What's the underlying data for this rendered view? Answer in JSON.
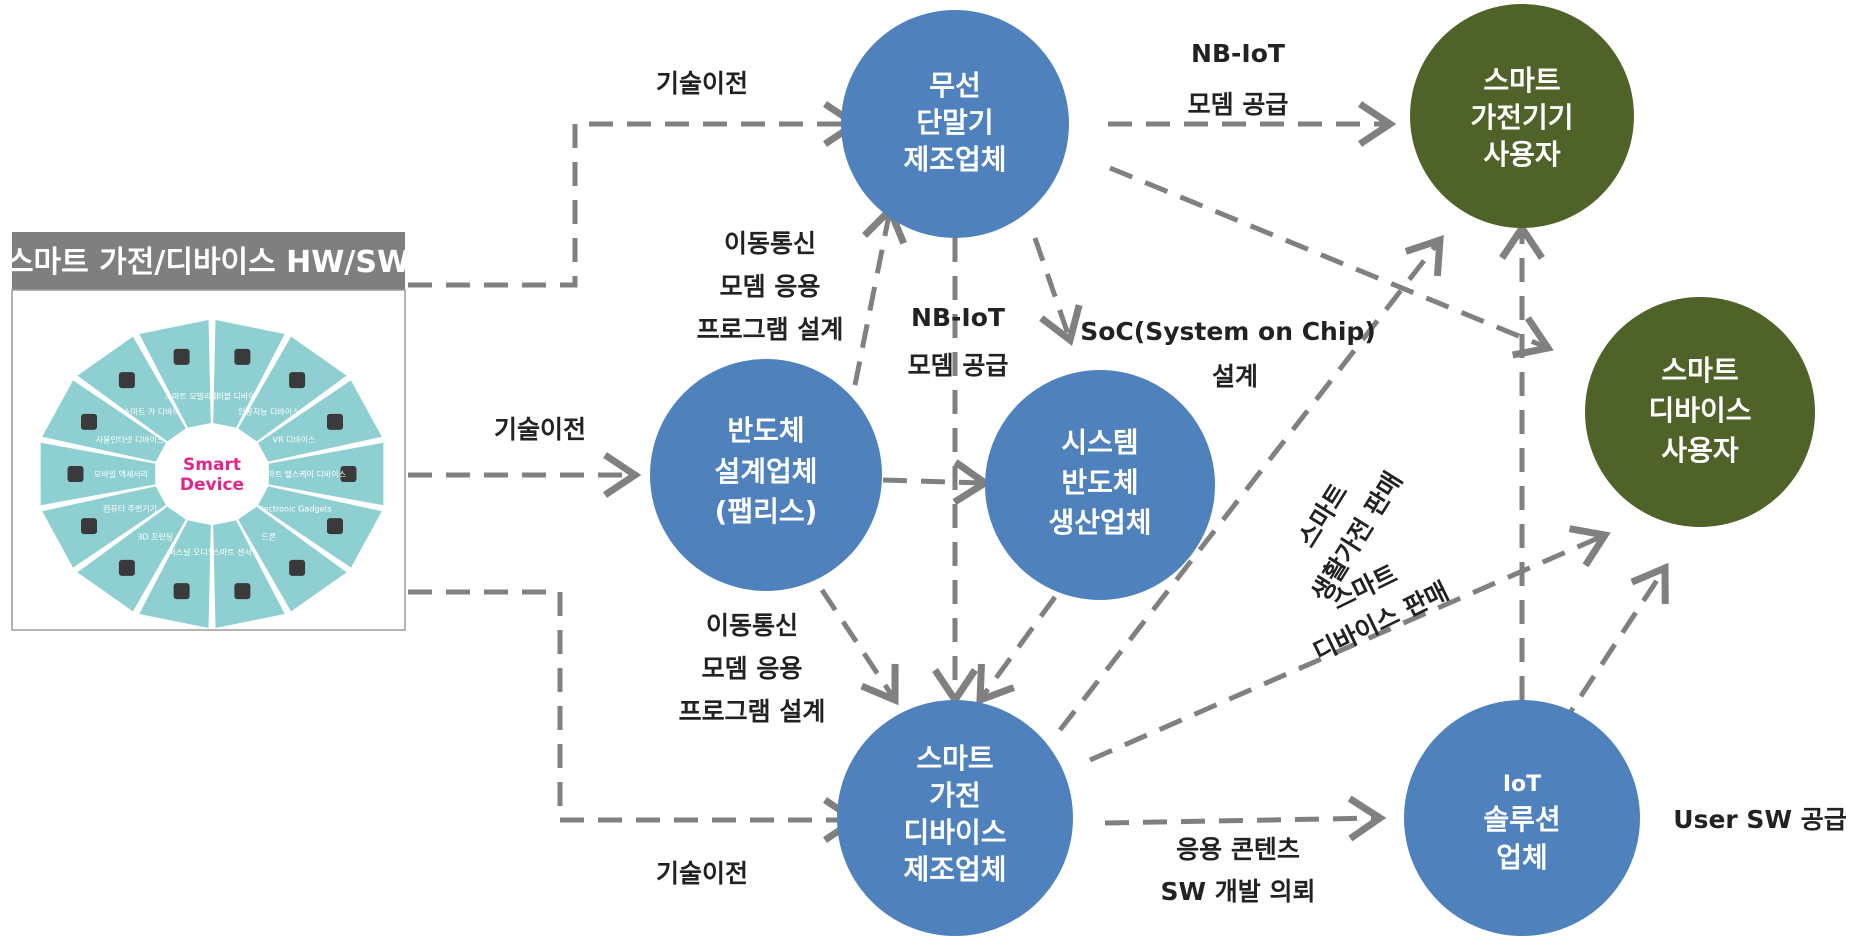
{
  "source_box": {
    "title": "스마트 가전/디바이스 HW/SW",
    "center_line1": "Smart",
    "center_line2": "Device",
    "segments": [
      "웨어러블 디바이스",
      "인공지능 디바이스",
      "VR 디바이스",
      "스마트 헬스케어 디바이스",
      "Electronic Gadgets",
      "드론",
      "스마트 센서",
      "퍼스널 오디오",
      "3D 프린팅",
      "컴퓨터 주변기기",
      "모바일 액세서리",
      "사물인터넷 디바이스",
      "스마트 카 디바이스",
      "스마트 모빌리티"
    ]
  },
  "nodes": {
    "wireless": [
      "무선",
      "단말기",
      "제조업체"
    ],
    "fabless": [
      "반도체",
      "설계업체",
      "(팹리스)"
    ],
    "system_semi": [
      "시스템",
      "반도체",
      "생산업체"
    ],
    "smart_appliance_maker": [
      "스마트",
      "가전",
      "디바이스",
      "제조업체"
    ],
    "iot_solution": [
      "IoT",
      "솔루션",
      "업체"
    ],
    "appliance_user": [
      "스마트",
      "가전기기",
      "사용자"
    ],
    "device_user": [
      "스마트",
      "디바이스",
      "사용자"
    ]
  },
  "edge_labels": {
    "tech_transfer_top": "기술이전",
    "tech_transfer_mid": "기술이전",
    "tech_transfer_bottom": "기술이전",
    "nbiot_top": [
      "NB-IoT",
      "모뎀  공급"
    ],
    "nbiot_mid": [
      "NB-IoT",
      "모뎀 공급"
    ],
    "mobile_app_top": [
      "이동통신",
      "모뎀 응용",
      "프로그램 설계"
    ],
    "mobile_app_bottom": [
      "이동통신",
      "모뎀 응용",
      "프로그램 설계"
    ],
    "soc": [
      "SoC(System on Chip)",
      "설계"
    ],
    "appliance_sales": [
      "스마트",
      "생활가전 판매"
    ],
    "device_sales": [
      "스마트",
      "디바이스 판매"
    ],
    "content_request": [
      "응용 콘텐츠",
      "SW 개발 의뢰"
    ],
    "user_sw": "User  SW 공급"
  },
  "colors": {
    "blue_node": "#4f81bd",
    "green_node": "#4f6228",
    "arrow": "#808080",
    "header": "#7f7f7f",
    "segment": "#8ecfd1"
  }
}
